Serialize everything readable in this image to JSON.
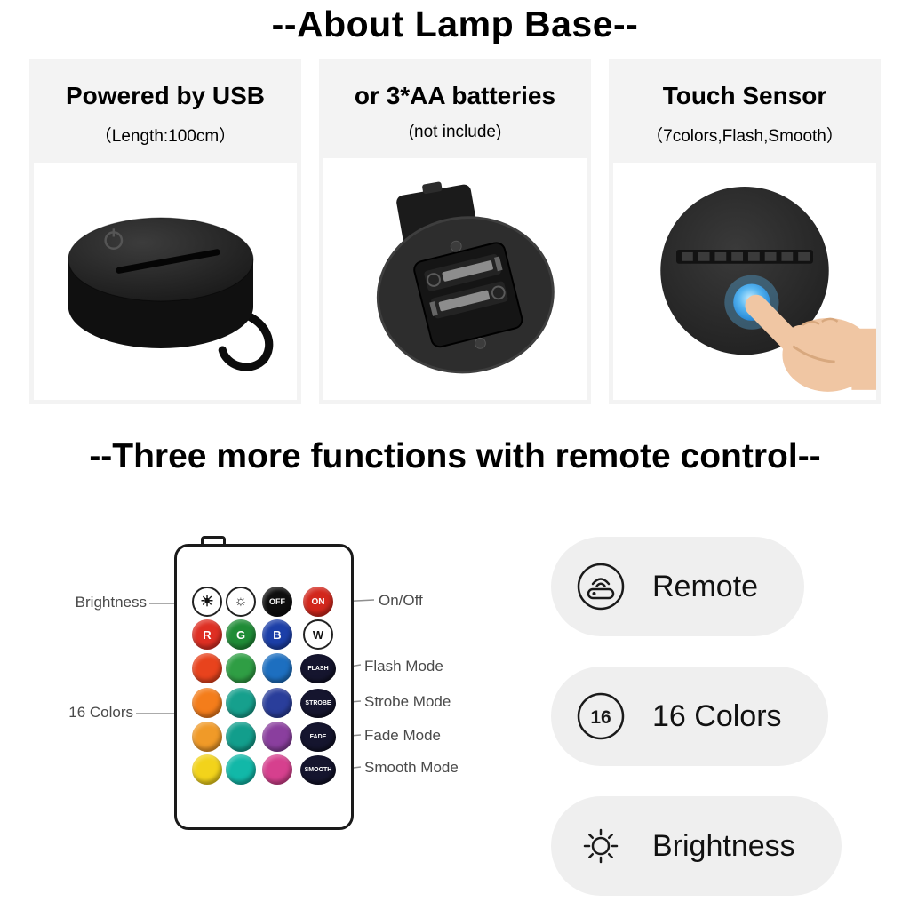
{
  "page": {
    "title": "--About Lamp Base--",
    "section2_title": "--Three more functions with remote control--"
  },
  "features": [
    {
      "heading": "Powered by USB",
      "subheading": "（Length:100cm）",
      "image": "usb-lamp-base-photo"
    },
    {
      "heading": "or 3*AA batteries",
      "subheading": "(not include)",
      "image": "battery-compartment-photo"
    },
    {
      "heading": "Touch Sensor",
      "subheading": "（7colors,Flash,Smooth）",
      "image": "touch-sensor-photo"
    }
  ],
  "remote": {
    "callouts": {
      "brightness": "Brightness",
      "colors16": "16 Colors",
      "onoff": "On/Off",
      "flash": "Flash Mode",
      "strobe": "Strobe Mode",
      "fade": "Fade Mode",
      "smooth": "Smooth Mode"
    },
    "rows": [
      [
        {
          "label": "☀",
          "bg": "#ffffff",
          "fg": "#111111",
          "name": "brightness-up-button",
          "border": true,
          "fs": 17
        },
        {
          "label": "☼",
          "bg": "#ffffff",
          "fg": "#111111",
          "name": "brightness-down-button",
          "border": true,
          "fs": 16
        },
        {
          "label": "OFF",
          "bg": "#0e0e0e",
          "fg": "#ffffff",
          "name": "off-button",
          "fs": 9
        },
        {
          "label": "ON",
          "bg": "#d2271c",
          "fg": "#ffffff",
          "name": "on-button",
          "fs": 10
        }
      ],
      [
        {
          "label": "R",
          "bg": "#de2f23",
          "fg": "#ffffff",
          "name": "red-button",
          "fs": 13
        },
        {
          "label": "G",
          "bg": "#1f8c36",
          "fg": "#ffffff",
          "name": "green-button",
          "fs": 13
        },
        {
          "label": "B",
          "bg": "#1c3fa8",
          "fg": "#ffffff",
          "name": "blue-button",
          "fs": 13
        },
        {
          "label": "W",
          "bg": "#ffffff",
          "fg": "#111111",
          "name": "white-button",
          "border": true,
          "fs": 13
        }
      ],
      [
        {
          "bg": "#e8431d",
          "name": "color-button"
        },
        {
          "bg": "#2f9e44",
          "name": "color-button"
        },
        {
          "bg": "#1d6fc0",
          "name": "color-button"
        },
        {
          "label": "FLASH",
          "bg": "#15152e",
          "fg": "#ffffff",
          "name": "flash-mode-button",
          "mode": true
        }
      ],
      [
        {
          "bg": "#f47d1b",
          "name": "color-button"
        },
        {
          "bg": "#16a08d",
          "name": "color-button"
        },
        {
          "bg": "#2a3e9b",
          "name": "color-button"
        },
        {
          "label": "STROBE",
          "bg": "#15152e",
          "fg": "#ffffff",
          "name": "strobe-mode-button",
          "mode": true
        }
      ],
      [
        {
          "bg": "#f09a28",
          "name": "color-button"
        },
        {
          "bg": "#129e8c",
          "name": "color-button"
        },
        {
          "bg": "#8a3f9e",
          "name": "color-button"
        },
        {
          "label": "FADE",
          "bg": "#15152e",
          "fg": "#ffffff",
          "name": "fade-mode-button",
          "mode": true
        }
      ],
      [
        {
          "bg": "#f2d31b",
          "name": "color-button"
        },
        {
          "bg": "#12b8a8",
          "name": "color-button"
        },
        {
          "bg": "#d6408e",
          "name": "color-button"
        },
        {
          "label": "SMOOTH",
          "bg": "#15152e",
          "fg": "#ffffff",
          "name": "smooth-mode-button",
          "mode": true
        }
      ]
    ]
  },
  "badges": [
    {
      "label": "Remote",
      "icon": "remote-icon"
    },
    {
      "label": "16 Colors",
      "icon": "16-colors-icon",
      "icon_text": "16"
    },
    {
      "label": "Brightness",
      "icon": "brightness-icon"
    }
  ],
  "colors": {
    "panel_bg": "#f3f3f3",
    "badge_bg": "#efefef",
    "callout_text": "#4a4a4a",
    "on_button_red": "#d2271c",
    "touch_button_blue": "#2e9ae8"
  }
}
